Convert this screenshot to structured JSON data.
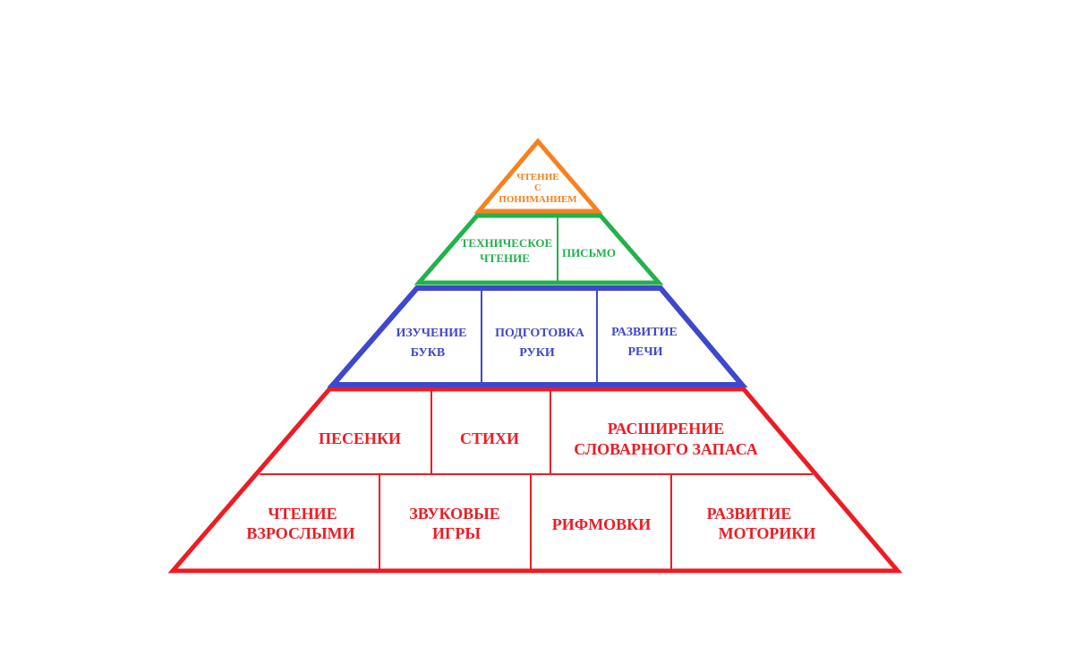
{
  "levels": {
    "top": {
      "color": "#f5821f",
      "lines": [
        "ЧТЕНИЕ",
        "С",
        "ПОНИМАНИЕМ"
      ]
    },
    "second": {
      "color": "#22b14c",
      "cells": {
        "technical_reading": [
          "ТЕХНИЧЕСКОЕ",
          "ЧТЕНИЕ"
        ],
        "writing": [
          "ПИСЬМО"
        ]
      }
    },
    "third": {
      "color": "#3f48cc",
      "cells": {
        "letters": [
          "ИЗУЧЕНИЕ",
          "БУКВ"
        ],
        "hand_prep": [
          "ПОДГОТОВКА",
          "РУКИ"
        ],
        "speech": [
          "РАЗВИТИЕ",
          "РЕЧИ"
        ]
      }
    },
    "base": {
      "color": "#ed1c24",
      "upper_row": {
        "songs": [
          "ПЕСЕНКИ"
        ],
        "poems": [
          "СТИХИ"
        ],
        "vocabulary": [
          "РАСШИРЕНИЕ",
          "СЛОВАРНОГО ЗАПАСА"
        ]
      },
      "lower_row": {
        "adult_reading": [
          "ЧТЕНИЕ",
          "ВЗРОСЛЫМИ"
        ],
        "sound_games": [
          "ЗВУКОВЫЕ",
          "ИГРЫ"
        ],
        "rhymes": [
          "РИФМОВКИ"
        ],
        "motor_skills": [
          "РАЗВИТИЕ",
          "МОТОРИКИ"
        ]
      }
    }
  }
}
